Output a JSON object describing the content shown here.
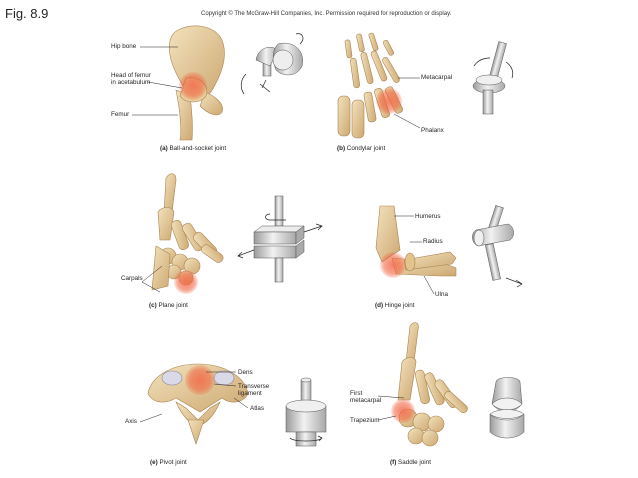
{
  "figure": {
    "number": "Fig. 8.9",
    "copyright": "Copyright © The McGraw-Hill Companies, Inc. Permission required for reproduction or display."
  },
  "panels": {
    "a": {
      "letter": "(a)",
      "caption": "Ball-and-socket joint",
      "labels": {
        "hip_bone": "Hip bone",
        "head_line1": "Head of femur",
        "head_line2": "in acetabulum",
        "femur": "Femur"
      }
    },
    "b": {
      "letter": "(b)",
      "caption": "Condylar joint",
      "labels": {
        "metacarpal": "Metacarpal",
        "phalanx": "Phalanx"
      }
    },
    "c": {
      "letter": "(c)",
      "caption": "Plane joint",
      "labels": {
        "carpals": "Carpals"
      }
    },
    "d": {
      "letter": "(d)",
      "caption": "Hinge joint",
      "labels": {
        "humerus": "Humerus",
        "radius": "Radius",
        "ulna": "Ulna"
      }
    },
    "e": {
      "letter": "(e)",
      "caption": "Pivot joint",
      "labels": {
        "dens": "Dens",
        "transverse_line1": "Transverse",
        "transverse_line2": "ligament",
        "atlas": "Atlas",
        "axis": "Axis"
      }
    },
    "f": {
      "letter": "(f)",
      "caption": "Saddle joint",
      "labels": {
        "first_line1": "First",
        "first_line2": "metacarpal",
        "trapezium": "Trapezium"
      }
    }
  },
  "colors": {
    "bone": "#e8d2a4",
    "bone_shadow": "#c9a66b",
    "highlight": "#f0603c",
    "model": "#d8d8d8",
    "line": "#231f20"
  }
}
